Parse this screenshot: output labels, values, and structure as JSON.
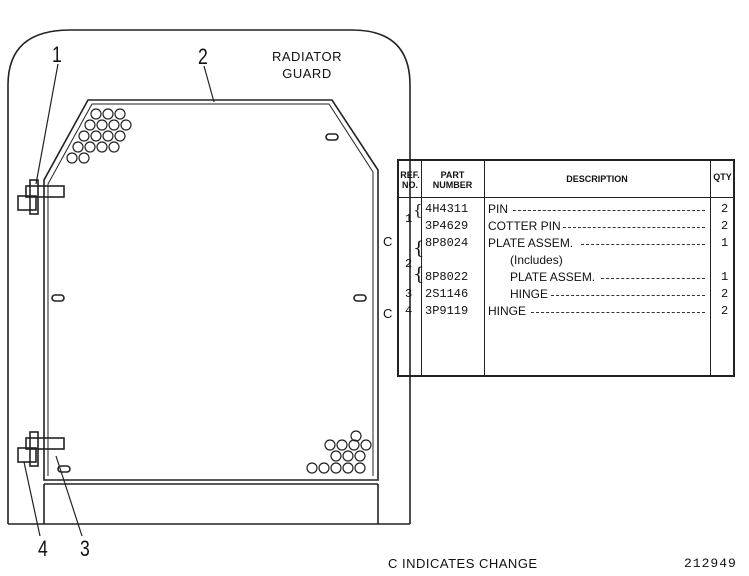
{
  "drawing": {
    "title_line1": "RADIATOR",
    "title_line2": "GUARD",
    "callouts": [
      "1",
      "2",
      "4",
      "3"
    ]
  },
  "table": {
    "headers": {
      "ref_line1": "REF.",
      "ref_line2": "NO.",
      "part_line1": "PART",
      "part_line2": "NUMBER",
      "description": "DESCRIPTION",
      "qty": "QTY"
    },
    "rows": [
      {
        "change": "",
        "ref": "",
        "part": "4H4311",
        "description": "PIN",
        "qty": "2"
      },
      {
        "change": "",
        "ref": "",
        "part": "3P4629",
        "description": "COTTER PIN",
        "qty": "2"
      },
      {
        "change": "C",
        "ref": "",
        "part": "8P8024",
        "description": "PLATE ASSEM.",
        "qty": "1"
      },
      {
        "change": "",
        "ref": "",
        "part": "",
        "description": "(Includes)",
        "qty": ""
      },
      {
        "change": "",
        "ref": "",
        "part": "8P8022",
        "description": "PLATE ASSEM.",
        "qty": "1"
      },
      {
        "change": "",
        "ref": "3",
        "part": "2S1146",
        "description": "HINGE",
        "qty": "2"
      },
      {
        "change": "C",
        "ref": "4",
        "part": "3P9119",
        "description": "HINGE",
        "qty": "2"
      }
    ],
    "group_refs": [
      "1",
      "2"
    ]
  },
  "footer": {
    "note": "C INDICATES CHANGE",
    "doc_number": "212949"
  }
}
